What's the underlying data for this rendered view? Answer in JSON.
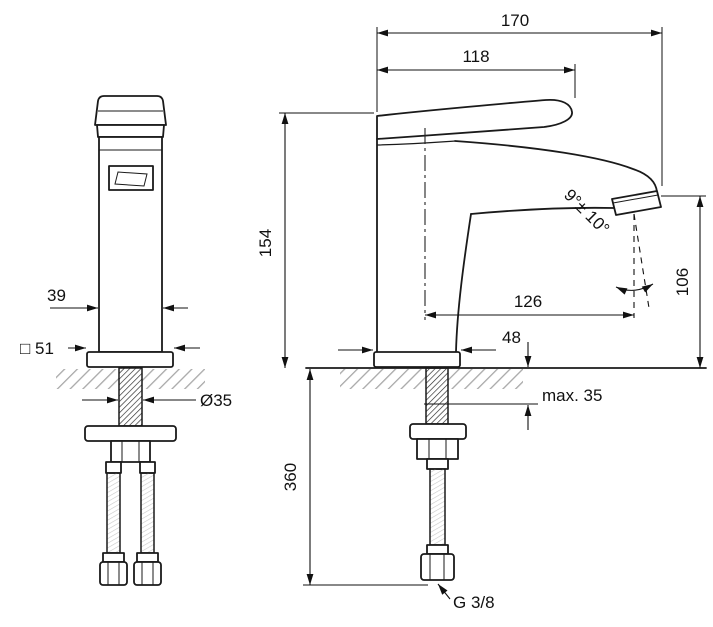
{
  "drawing": {
    "front_view": {
      "body_width": "39",
      "base_square": "□ 51",
      "hole_diameter": "Ø35"
    },
    "side_view": {
      "overall_depth": "170",
      "lever_depth": "118",
      "body_height": "154",
      "spout_reach": "126",
      "base_depth": "48",
      "spout_height": "106",
      "spray_angle": "9°± 10°",
      "max_deck_thickness": "max. 35",
      "hose_length": "360",
      "connection_thread": "G 3/8"
    }
  }
}
